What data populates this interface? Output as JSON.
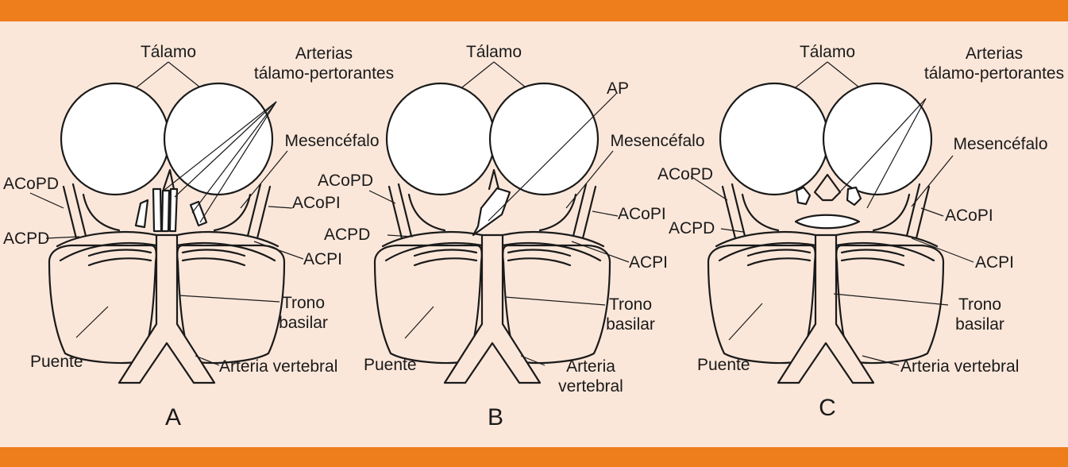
{
  "colors": {
    "band": "#ee7d1c",
    "panel_bg": "#fbe7da",
    "ink": "#1a1a1a"
  },
  "panels": {
    "a": {
      "letter": "A",
      "talamo": "Tálamo",
      "arterias_1": "Arterias",
      "arterias_2": "tálamo-pertorantes",
      "mesencefalo": "Mesencéfalo",
      "acopd": "ACoPD",
      "acopi": "ACoPI",
      "acpd": "ACPD",
      "acpi": "ACPI",
      "trono_1": "Trono",
      "trono_2": "basilar",
      "puente": "Puente",
      "vertebral": "Arteria vertebral"
    },
    "b": {
      "letter": "B",
      "talamo": "Tálamo",
      "ap": "AP",
      "mesencefalo": "Mesencéfalo",
      "acopd": "ACoPD",
      "acopi": "ACoPI",
      "acpd": "ACPD",
      "acpi": "ACPI",
      "trono_1": "Trono",
      "trono_2": "basilar",
      "puente": "Puente",
      "vertebral_1": "Arteria",
      "vertebral_2": "vertebral"
    },
    "c": {
      "letter": "C",
      "talamo": "Tálamo",
      "arterias_1": "Arterias",
      "arterias_2": "tálamo-pertorantes",
      "mesencefalo": "Mesencéfalo",
      "acopd": "ACoPD",
      "acopi": "ACoPI",
      "acpd": "ACPD",
      "acpi": "ACPI",
      "trono_1": "Trono",
      "trono_2": "basilar",
      "puente": "Puente",
      "vertebral": "Arteria vertebral"
    }
  }
}
